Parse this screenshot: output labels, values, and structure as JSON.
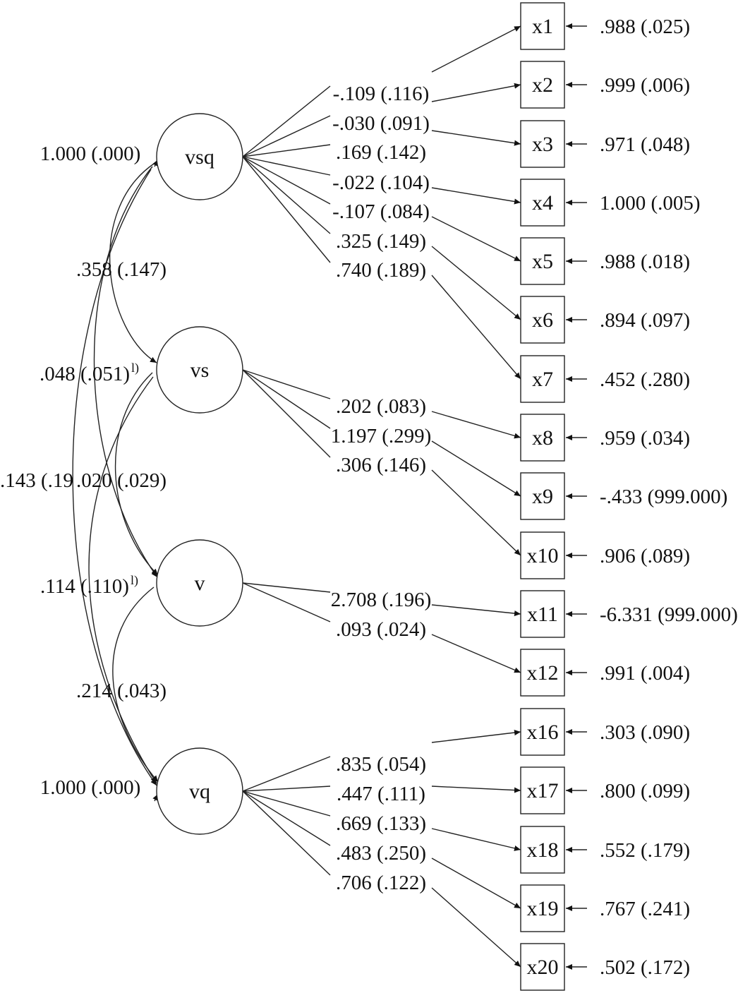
{
  "latents": [
    {
      "id": "vsq",
      "label": "vsq"
    },
    {
      "id": "vs",
      "label": "vs"
    },
    {
      "id": "v",
      "label": "v"
    },
    {
      "id": "vq",
      "label": "vq"
    }
  ],
  "variances": [
    {
      "target": "vsq",
      "text": "1.000 (.000)"
    },
    {
      "target": "vq",
      "text": "1.000 (.000)"
    }
  ],
  "correlations": [
    {
      "from": "vsq",
      "to": "vs",
      "text": ".358 (.147)"
    },
    {
      "from": "vsq",
      "to": "v",
      "text": ".048 (.051)",
      "sup": "l)"
    },
    {
      "from": "vsq",
      "to": "vq",
      "text": ".143 (.19"
    },
    {
      "from": "vs",
      "to": "v",
      "text": ".020 (.029)"
    },
    {
      "from": "vs",
      "to": "vq",
      "text": ".114 (.110)",
      "sup": "l)"
    },
    {
      "from": "v",
      "to": "vq",
      "text": ".214 (.043)"
    }
  ],
  "observed": [
    {
      "id": "x1",
      "label": "x1",
      "residual": ".988 (.025)"
    },
    {
      "id": "x2",
      "label": "x2",
      "residual": ".999 (.006)"
    },
    {
      "id": "x3",
      "label": "x3",
      "residual": ".971 (.048)"
    },
    {
      "id": "x4",
      "label": "x4",
      "residual": "1.000 (.005)"
    },
    {
      "id": "x5",
      "label": "x5",
      "residual": ".988 (.018)"
    },
    {
      "id": "x6",
      "label": "x6",
      "residual": ".894 (.097)"
    },
    {
      "id": "x7",
      "label": "x7",
      "residual": ".452 (.280)"
    },
    {
      "id": "x8",
      "label": "x8",
      "residual": ".959 (.034)"
    },
    {
      "id": "x9",
      "label": "x9",
      "residual": "-.433 (999.000)"
    },
    {
      "id": "x10",
      "label": "x10",
      "residual": ".906 (.089)"
    },
    {
      "id": "x11",
      "label": "x11",
      "residual": "-6.331 (999.000)"
    },
    {
      "id": "x12",
      "label": "x12",
      "residual": ".991 (.004)"
    },
    {
      "id": "x16",
      "label": "x16",
      "residual": ".303 (.090)"
    },
    {
      "id": "x17",
      "label": "x17",
      "residual": ".800 (.099)"
    },
    {
      "id": "x18",
      "label": "x18",
      "residual": ".552 (.179)"
    },
    {
      "id": "x19",
      "label": "x19",
      "residual": ".767 (.241)"
    },
    {
      "id": "x20",
      "label": "x20",
      "residual": ".502 (.172)"
    }
  ],
  "loadings": [
    {
      "from": "vsq",
      "to": "x1",
      "text": "-.109 (.116)"
    },
    {
      "from": "vsq",
      "to": "x2",
      "text": "-.030 (.091)"
    },
    {
      "from": "vsq",
      "to": "x3",
      "text": ".169 (.142)"
    },
    {
      "from": "vsq",
      "to": "x4",
      "text": "-.022 (.104)"
    },
    {
      "from": "vsq",
      "to": "x5",
      "text": "-.107 (.084)"
    },
    {
      "from": "vsq",
      "to": "x6",
      "text": ".325 (.149)"
    },
    {
      "from": "vsq",
      "to": "x7",
      "text": ".740 (.189)"
    },
    {
      "from": "vs",
      "to": "x8",
      "text": ".202 (.083)"
    },
    {
      "from": "vs",
      "to": "x9",
      "text": "1.197 (.299)"
    },
    {
      "from": "vs",
      "to": "x10",
      "text": ".306 (.146)"
    },
    {
      "from": "v",
      "to": "x11",
      "text": "2.708 (.196)"
    },
    {
      "from": "v",
      "to": "x12",
      "text": ".093 (.024)"
    },
    {
      "from": "vq",
      "to": "x16",
      "text": ".835 (.054)"
    },
    {
      "from": "vq",
      "to": "x17",
      "text": ".447 (.111)"
    },
    {
      "from": "vq",
      "to": "x18",
      "text": ".669 (.133)"
    },
    {
      "from": "vq",
      "to": "x19",
      "text": ".483 (.250)"
    },
    {
      "from": "vq",
      "to": "x20",
      "text": ".706 (.122)"
    }
  ]
}
